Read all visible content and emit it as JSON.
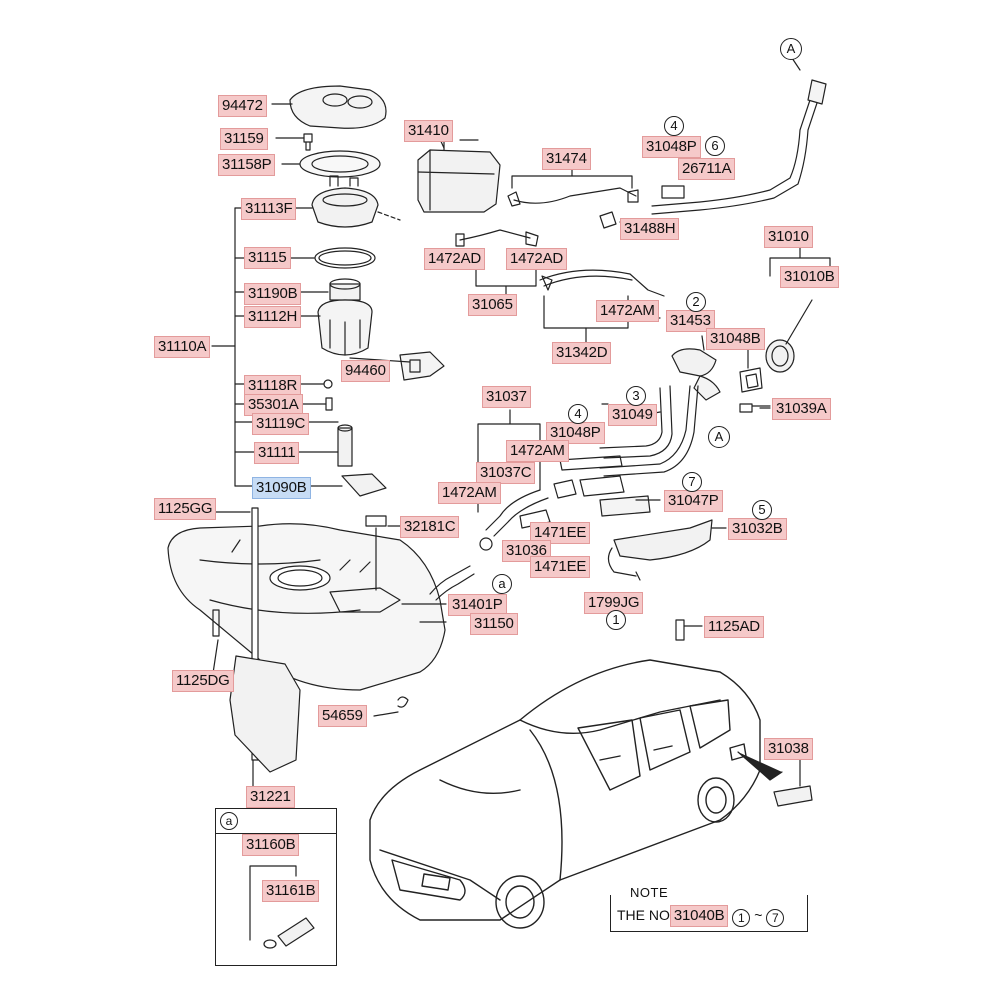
{
  "diagram": {
    "labels": {
      "p94472": "94472",
      "p31159": "31159",
      "p31158P": "31158P",
      "p31113F": "31113F",
      "p31115": "31115",
      "p31190B": "31190B",
      "p31112H": "31112H",
      "p31110A": "31110A",
      "p94460": "94460",
      "p31118R": "31118R",
      "p35301A": "35301A",
      "p31119C": "31119C",
      "p31111": "31111",
      "p31090B": "31090B",
      "p1125GG": "1125GG",
      "p1125DG": "1125DG",
      "p54659": "54659",
      "p31221": "31221",
      "p31160B": "31160B",
      "p31161B": "31161B",
      "p31410": "31410",
      "p31474": "31474",
      "p31048P_a": "31048P",
      "p26711A": "26711A",
      "p31488H": "31488H",
      "p1472AD_a": "1472AD",
      "p1472AD_b": "1472AD",
      "p31065": "31065",
      "p1472AM_a": "1472AM",
      "p31342D": "31342D",
      "p31010": "31010",
      "p31010B": "31010B",
      "p31453": "31453",
      "p31048B": "31048B",
      "p31039A": "31039A",
      "p31037": "31037",
      "p31049": "31049",
      "p31048P_b": "31048P",
      "p1472AM_b": "1472AM",
      "p31037C": "31037C",
      "p1472AM_c": "1472AM",
      "p31047P": "31047P",
      "p32181C": "32181C",
      "p1471EE_a": "1471EE",
      "p31036": "31036",
      "p1471EE_b": "1471EE",
      "p31032B": "31032B",
      "p31401P": "31401P",
      "p31150": "31150",
      "p1799JG": "1799JG",
      "p1125AD": "1125AD",
      "p31038": "31038",
      "p31040B": "31040B"
    },
    "callouts": {
      "c4a": "4",
      "c6": "6",
      "cA_top": "A",
      "c2": "2",
      "c3": "3",
      "c4b": "4",
      "cA_mid": "A",
      "c7": "7",
      "c5": "5",
      "c1": "1",
      "ca_small": "a"
    },
    "inset": {
      "tag": "a"
    },
    "note": {
      "title": "NOTE",
      "text_prefix": "THE NO",
      "circle_start": "1",
      "range_sep": "~",
      "circle_end": "7"
    },
    "colors": {
      "label_fill": "#f5c9c9",
      "label_border": "#e39b9b",
      "selected_fill": "#c7dcf5",
      "line": "#222222"
    },
    "selected_part": "31090B"
  }
}
